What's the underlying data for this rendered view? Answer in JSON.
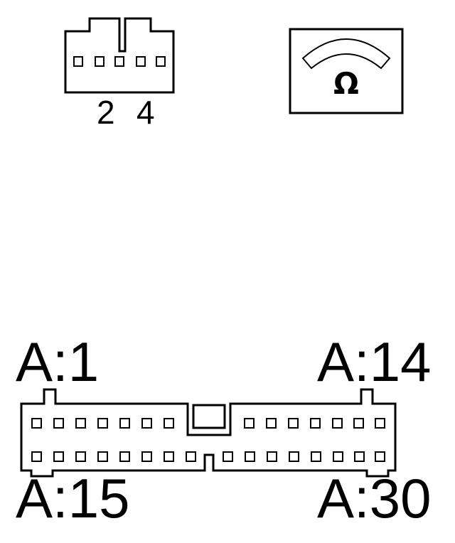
{
  "small_connector": {
    "pin_labels": [
      "2",
      "4"
    ]
  },
  "meter": {
    "symbol": "Ω",
    "icon": "ohmmeter-icon"
  },
  "large_connector": {
    "labels": {
      "top_left": "A:1",
      "top_right": "A:14",
      "bottom_left": "A:15",
      "bottom_right": "A:30"
    },
    "top_row_pins": 14,
    "bottom_row_pins": 16
  },
  "colors": {
    "line": "#000000",
    "background": "#ffffff"
  }
}
